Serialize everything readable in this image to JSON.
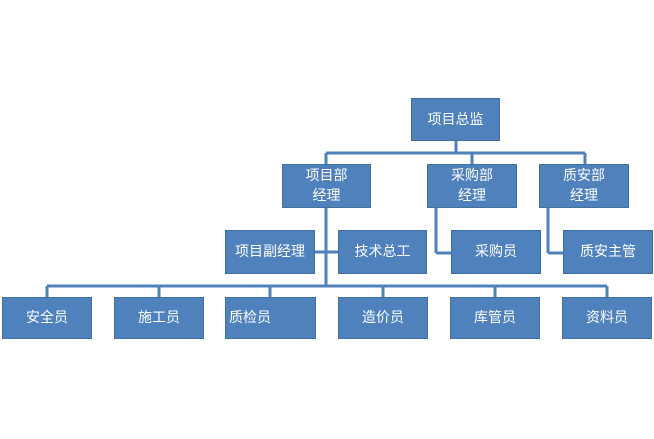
{
  "org_chart": {
    "accent_color": "#4f81bd",
    "border_color": "#41719c",
    "line_color": "#4f81bd",
    "text_color": "#ffffff",
    "nodes": {
      "director": "项目总监",
      "pm": "项目部\n经理",
      "purchasing_mgr": "采购部\n经理",
      "qs_mgr": "质安部\n经理",
      "deputy_pm": "项目副经理",
      "tech_chief": "技术总工",
      "purchaser": "采购员",
      "qs_supervisor": "质安主管",
      "safety_officer": "安全员",
      "construction_officer": "施工员",
      "quality_inspector": "质检员",
      "cost_engineer": "造价员",
      "warehouse_keeper": "库管员",
      "document_clerk": "资料员"
    }
  }
}
